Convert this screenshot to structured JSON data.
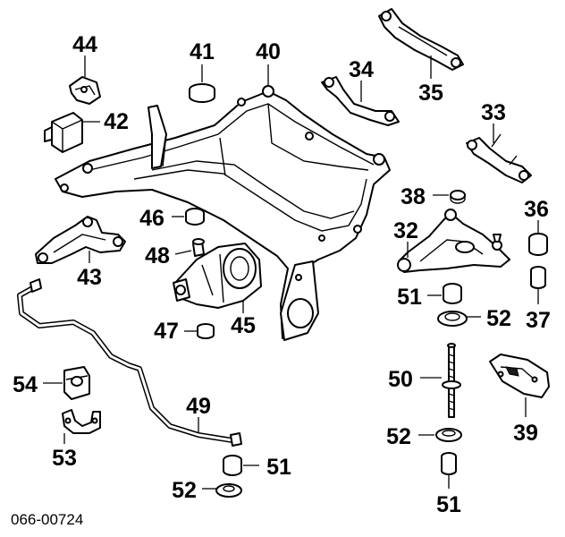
{
  "reference_code": "066-00724",
  "labels": {
    "l44": "44",
    "l41": "41",
    "l40": "40",
    "l34": "34",
    "l35": "35",
    "l42": "42",
    "l33": "33",
    "l38": "38",
    "l36": "36",
    "l46": "46",
    "l32": "32",
    "l48": "48",
    "l43": "43",
    "l51a": "51",
    "l52a": "52",
    "l37": "37",
    "l47": "47",
    "l45": "45",
    "l50": "50",
    "l54": "54",
    "l49": "49",
    "l52b": "52",
    "l39": "39",
    "l53": "53",
    "l51b": "51",
    "l52c": "52",
    "l51c": "51"
  }
}
